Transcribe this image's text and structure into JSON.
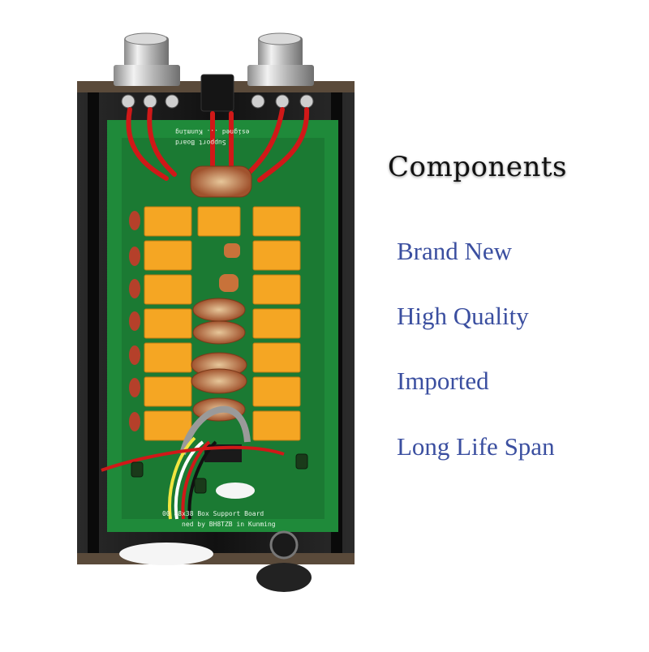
{
  "heading": "Components",
  "features": [
    "Brand New",
    "High Quality",
    "Imported",
    "Long Life Span"
  ],
  "board": {
    "top_silkscreen": [
      "Support Board",
      "esigned ... Kunming"
    ],
    "bottom_silkscreen": [
      "00 88x38 Box Support Board",
      "ned by BH8TZB in Kunming"
    ]
  },
  "colors": {
    "heading": "#111111",
    "feature_text": "#3b4fa0",
    "pcb": "#1f8a3a",
    "relay": "#f5a623",
    "enclosure": "#1a1a1a"
  }
}
